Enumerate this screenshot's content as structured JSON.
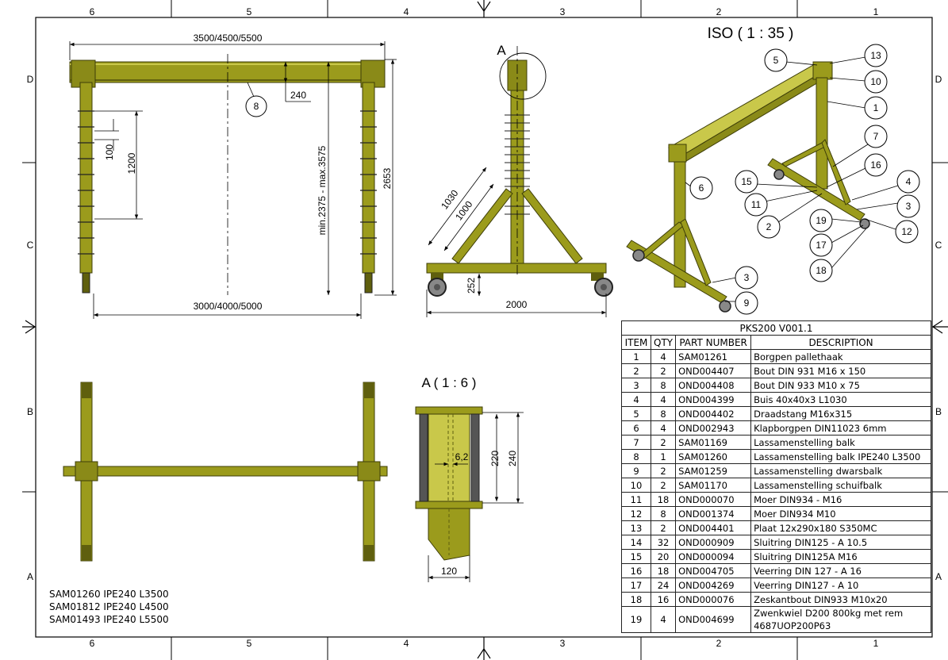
{
  "sheet": {
    "border_zones_top": [
      "6",
      "5",
      "4",
      "3",
      "2",
      "1"
    ],
    "border_zones_left": [
      "D",
      "C",
      "B",
      "A"
    ]
  },
  "views": {
    "iso_title": "ISO ( 1 : 35 )",
    "detail_label": "A",
    "detail_title": "A ( 1 : 6 )"
  },
  "dimensions": {
    "front_width_top": "3500/4500/5500",
    "front_width_bottom": "3000/4000/5000",
    "beam_height": "240",
    "hole_pitch": "100",
    "hole_range": "1200",
    "lift_range": "min.2375 - max.3575",
    "total_height": "2653",
    "strut_outer": "1030",
    "strut_inner": "1000",
    "wheel_height": "252",
    "base_width": "2000",
    "web_thickness": "6,2",
    "inner_height": "220",
    "outer_height": "240",
    "flange_width": "120"
  },
  "balloons": {
    "front": [
      "8"
    ],
    "iso": [
      "5",
      "13",
      "10",
      "1",
      "7",
      "16",
      "4",
      "3",
      "12",
      "15",
      "11",
      "2",
      "19",
      "17",
      "18",
      "6",
      "3",
      "9"
    ]
  },
  "bom": {
    "title": "PKS200 V001.1",
    "headers": [
      "ITEM",
      "QTY",
      "PART NUMBER",
      "DESCRIPTION"
    ],
    "rows": [
      {
        "item": "1",
        "qty": "4",
        "part": "SAM01261",
        "desc": "Borgpen pallethaak"
      },
      {
        "item": "2",
        "qty": "2",
        "part": "OND004407",
        "desc": "Bout DIN 931  M16 x 150"
      },
      {
        "item": "3",
        "qty": "8",
        "part": "OND004408",
        "desc": "Bout DIN 933  M10  x 75"
      },
      {
        "item": "4",
        "qty": "4",
        "part": "OND004399",
        "desc": "Buis 40x40x3 L1030"
      },
      {
        "item": "5",
        "qty": "8",
        "part": "OND004402",
        "desc": "Draadstang M16x315"
      },
      {
        "item": "6",
        "qty": "4",
        "part": "OND002943",
        "desc": "Klapborgpen DIN11023 6mm"
      },
      {
        "item": "7",
        "qty": "2",
        "part": "SAM01169",
        "desc": "Lassamenstelling balk"
      },
      {
        "item": "8",
        "qty": "1",
        "part": "SAM01260",
        "desc": "Lassamenstelling balk IPE240 L3500"
      },
      {
        "item": "9",
        "qty": "2",
        "part": "SAM01259",
        "desc": "Lassamenstelling dwarsbalk"
      },
      {
        "item": "10",
        "qty": "2",
        "part": "SAM01170",
        "desc": "Lassamenstelling schuifbalk"
      },
      {
        "item": "11",
        "qty": "18",
        "part": "OND000070",
        "desc": "Moer DIN934 - M16"
      },
      {
        "item": "12",
        "qty": "8",
        "part": "OND001374",
        "desc": "Moer DIN934 M10"
      },
      {
        "item": "13",
        "qty": "2",
        "part": "OND004401",
        "desc": "Plaat 12x290x180 S350MC"
      },
      {
        "item": "14",
        "qty": "32",
        "part": "OND000909",
        "desc": "Sluitring DIN125 - A 10.5"
      },
      {
        "item": "15",
        "qty": "20",
        "part": "OND000094",
        "desc": "Sluitring DIN125A M16"
      },
      {
        "item": "16",
        "qty": "18",
        "part": "OND004705",
        "desc": "Veerring DIN 127 - A 16"
      },
      {
        "item": "17",
        "qty": "24",
        "part": "OND004269",
        "desc": "Veerring DIN127 - A 10"
      },
      {
        "item": "18",
        "qty": "16",
        "part": "OND000076",
        "desc": "Zeskantbout DIN933 M10x20"
      },
      {
        "item": "19",
        "qty": "4",
        "part": "OND004699",
        "desc": "Zwenkwiel D200 800kg met rem",
        "desc2": "4687UOP200P63"
      }
    ]
  },
  "notes": [
    "SAM01260 IPE240 L3500",
    "SAM01812 IPE240 L4500",
    "SAM01493 IPE240 L5500"
  ],
  "colors": {
    "steel": "#9b9b1c",
    "steel_dark": "#5f5f0e",
    "steel_light": "#c9c84a",
    "wheel": "#555555"
  }
}
